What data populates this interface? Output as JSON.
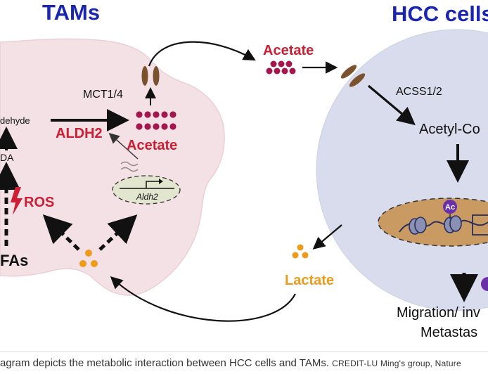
{
  "colors": {
    "tam_fill": "#f4e1e6",
    "tam_stroke": "#e8c6cf",
    "hcc_fill": "#d9dcec",
    "nucleus_fill": "#c99a61",
    "title_blue": "#1a26b0",
    "acetate_red": "#cc1f33",
    "acetate_dots": "#a3174e",
    "lactate_orange": "#ee9a1a",
    "transporter_brown": "#7a5230",
    "ac_purple": "#6b2fa8"
  },
  "diagram": {
    "tams_title": "TAMs",
    "hcc_title": "HCC cells",
    "acetaldehyde_label": "dehyde",
    "coa_label": "DA",
    "fas_label": "FAs",
    "ros_label": "ROS",
    "aldh2_enzyme_label": "ALDH2",
    "aldh2_gene_label": "Aldh2",
    "mct_label": "MCT1/4",
    "acetate_tam_label": "Acetate",
    "acetate_ext_label": "Acetate",
    "acss_label": "ACSS1/2",
    "acetylcoa_label": "Acetyl-Co",
    "lactate_label": "Lactate",
    "ac_label": "Ac",
    "migration_label": "Migration/ inv",
    "metastasis_label": "Metastas"
  },
  "caption": {
    "text": "agram depicts the metabolic interaction between HCC cells and TAMs.",
    "credit": "CREDIT-LU Ming's group, Nature"
  }
}
